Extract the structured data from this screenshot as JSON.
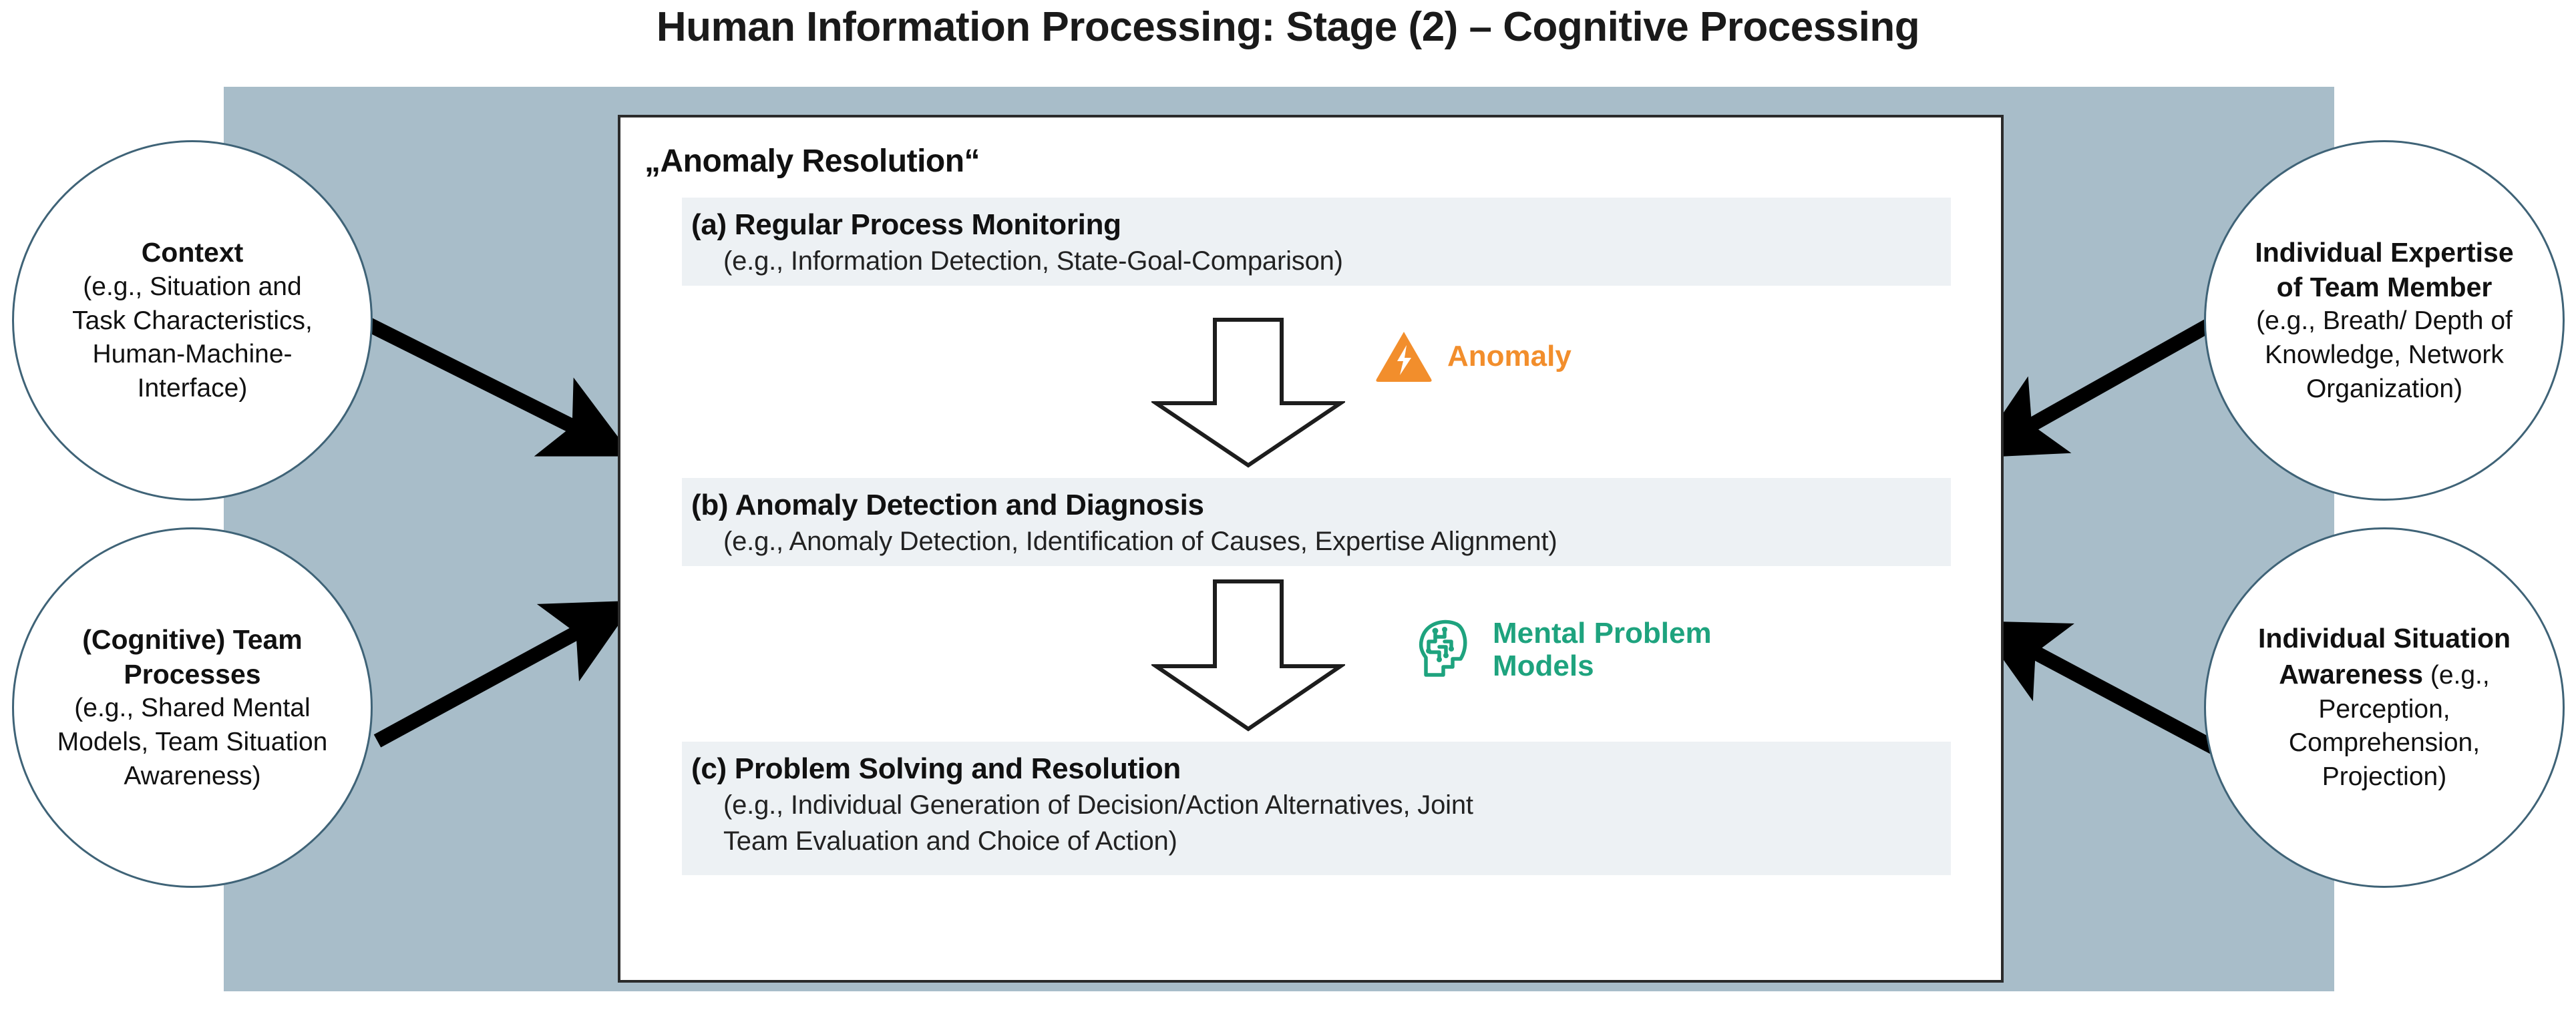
{
  "title": "Human Information Processing: Stage (2) – Cognitive Processing",
  "colors": {
    "backdrop": "#a8bdc9",
    "band": "#edf1f4",
    "anomaly_orange": "#f28e2c",
    "mental_teal": "#1ea37e",
    "circle_border": "#3f6377",
    "box_border": "#2b2b2b"
  },
  "main_box": {
    "heading": "„Anomaly Resolution“",
    "sections": [
      {
        "id": "a",
        "heading": "(a) Regular Process Monitoring",
        "sub": "(e.g., Information Detection, State-Goal-Comparison)"
      },
      {
        "id": "b",
        "heading": "(b) Anomaly Detection and Diagnosis",
        "sub": "(e.g., Anomaly Detection, Identification of Causes, Expertise Alignment)"
      },
      {
        "id": "c",
        "heading": "(c) Problem Solving and Resolution",
        "sub_line1": "(e.g., Individual Generation of Decision/Action Alternatives, Joint",
        "sub_line2": "Team Evaluation and Choice of Action)"
      }
    ]
  },
  "callouts": [
    {
      "id": "anomaly",
      "icon": "warning-triangle-lightning-icon",
      "label": "Anomaly"
    },
    {
      "id": "mental",
      "icon": "head-brain-circuit-icon",
      "label_line1": "Mental Problem",
      "label_line2": "Models"
    }
  ],
  "circles": {
    "context": {
      "title": "Context",
      "sub_line1": "(e.g., Situation and",
      "sub_line2": "Task Characteristics,",
      "sub_line3": "Human-Machine-",
      "sub_line4": "Interface)"
    },
    "team_processes": {
      "title_line1": "(Cognitive) Team",
      "title_line2": "Processes",
      "sub_line1": "(e.g., Shared Mental",
      "sub_line2": "Models, Team Situation",
      "sub_line3": "Awareness)"
    },
    "individual_expertise": {
      "title_line1": "Individual Expertise",
      "title_line2": "of Team Member",
      "sub_line1": "(e.g., Breath/ Depth of",
      "sub_line2": "Knowledge, Network",
      "sub_line3": "Organization)"
    },
    "individual_situation_awareness": {
      "title_line1": "Individual Situation",
      "title_bold2": "Awareness",
      "title_rest2": " (e.g.,",
      "sub_line1": "Perception,",
      "sub_line2": "Comprehension,",
      "sub_line3": "Projection)"
    }
  }
}
